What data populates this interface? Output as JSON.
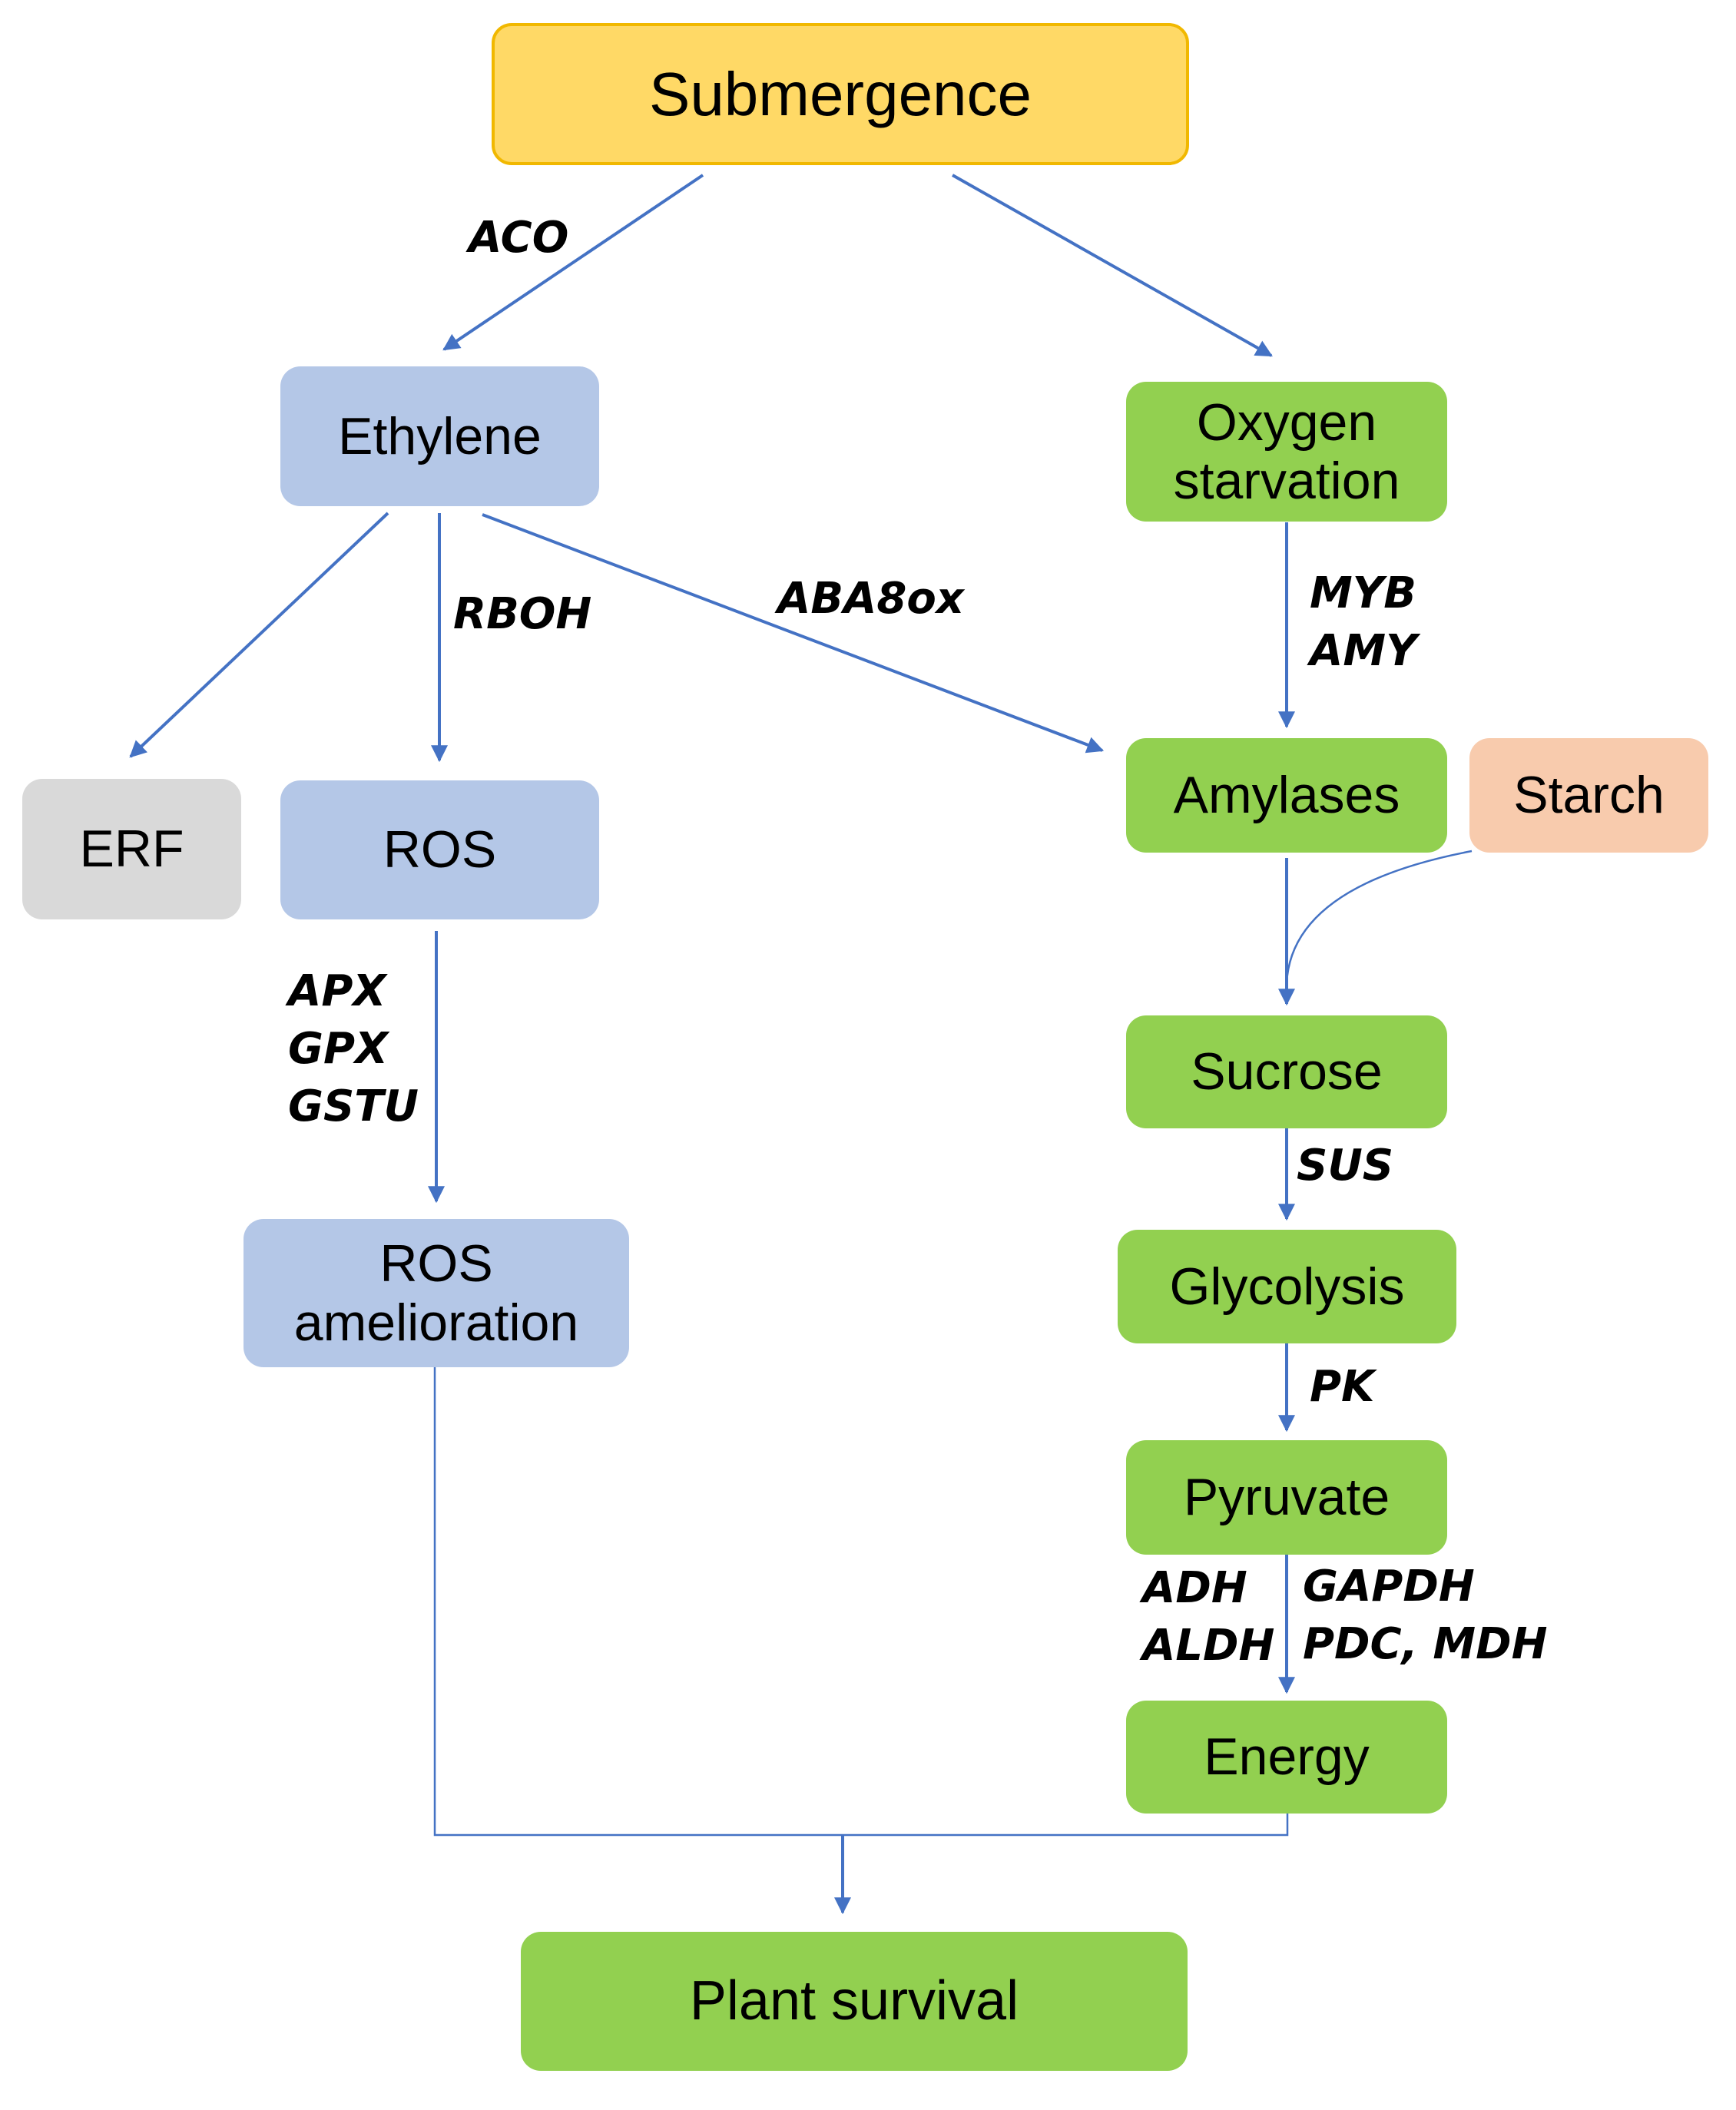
{
  "colors": {
    "connector": "#4472c4",
    "input_node": "#ffd966",
    "input_border": "#f1b800",
    "ethylene_pathway": "#b4c7e7",
    "carbohydrate_pathway": "#92d050",
    "erf": "#d9d9d9",
    "starch": "#f8cbad"
  },
  "nodes": {
    "submergence": "Submergence",
    "ethylene": "Ethylene",
    "oxygen_line1": "Oxygen",
    "oxygen_line2": "starvation",
    "erf": "ERF",
    "ros": "ROS",
    "ros_amelioration_line1": "ROS",
    "ros_amelioration_line2": "amelioration",
    "amylases": "Amylases",
    "starch": "Starch",
    "sucrose": "Sucrose",
    "glycolysis": "Glycolysis",
    "pyruvate": "Pyruvate",
    "energy": "Energy",
    "plant_survival": "Plant survival"
  },
  "gene_labels": {
    "aco": "ACO",
    "rboh": "RBOH",
    "aba8ox": "ABA8ox",
    "myb": "MYB",
    "amy": "AMY",
    "apx": "APX",
    "gpx": "GPX",
    "gstu": "GSTU",
    "sus": "SUS",
    "pk": "PK",
    "adh": "ADH",
    "aldh": "ALDH",
    "gapdh": "GAPDH",
    "pdc_mdh": "PDC, MDH"
  }
}
